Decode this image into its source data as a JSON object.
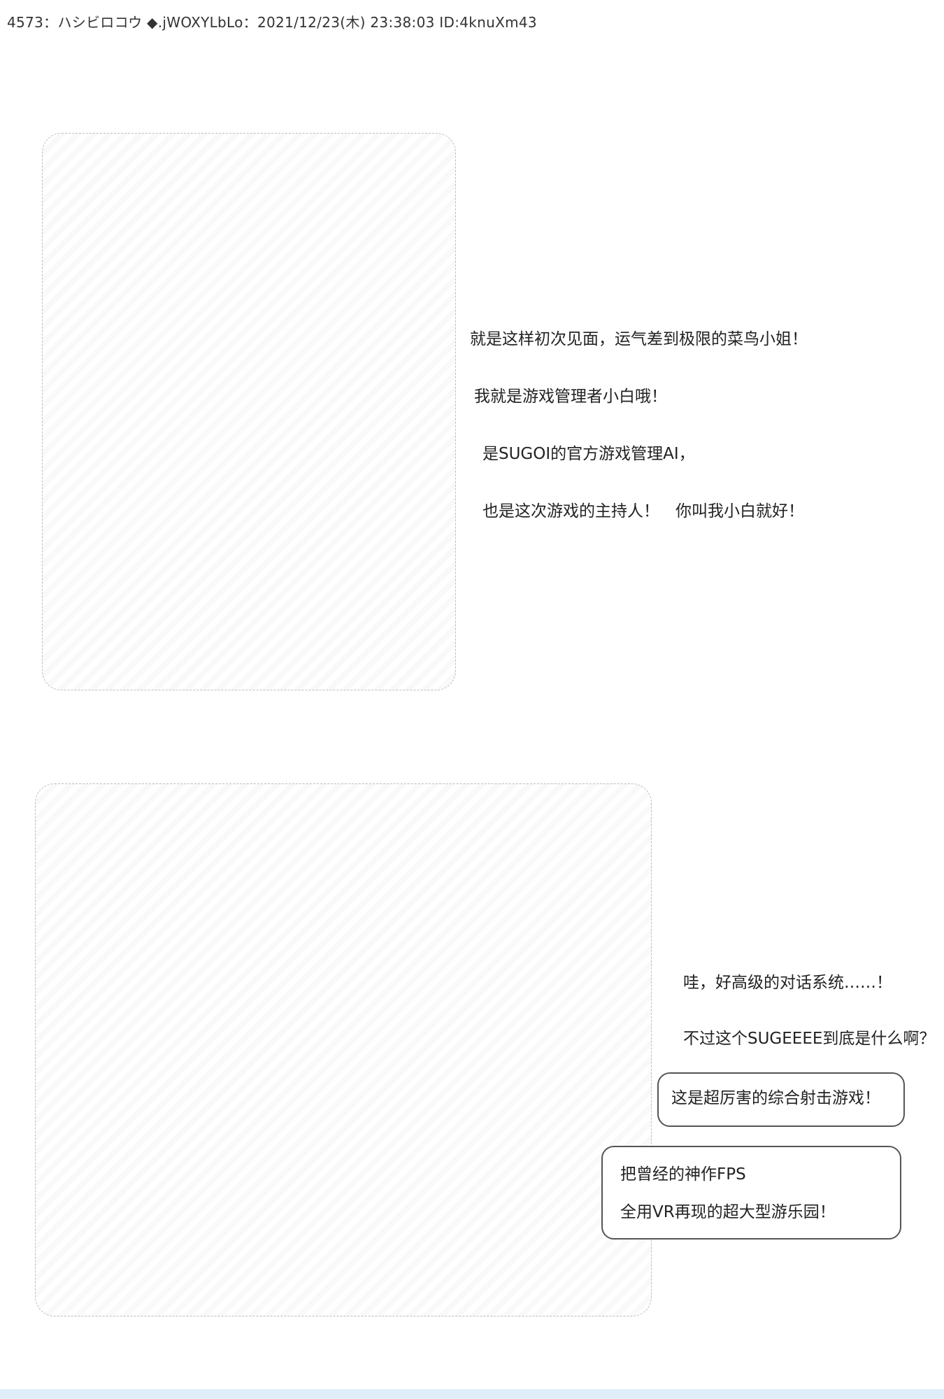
{
  "post": {
    "header": "4573：ハシビロコウ ◆.jWOXYLbLo：2021/12/23(木) 23:38:03 ID:4knuXm43"
  },
  "dialogue": {
    "line_1": "就是这样初次见面，运气差到极限的菜鸟小姐！",
    "line_2": "我就是游戏管理者小白哦！",
    "line_3": "是SUGOI的官方游戏管理AI，",
    "line_4": "也是这次游戏的主持人！　你叫我小白就好！",
    "line_5": "哇，好高级的对话系统……！",
    "line_6": "不过这个SUGEEEE到底是什么啊？"
  },
  "bubbles": {
    "bubble_1": "这是超厉害的综合射击游戏！",
    "bubble_2_line_1": "把曾经的神作FPS",
    "bubble_2_line_2": "全用VR再现的超大型游乐园！"
  }
}
